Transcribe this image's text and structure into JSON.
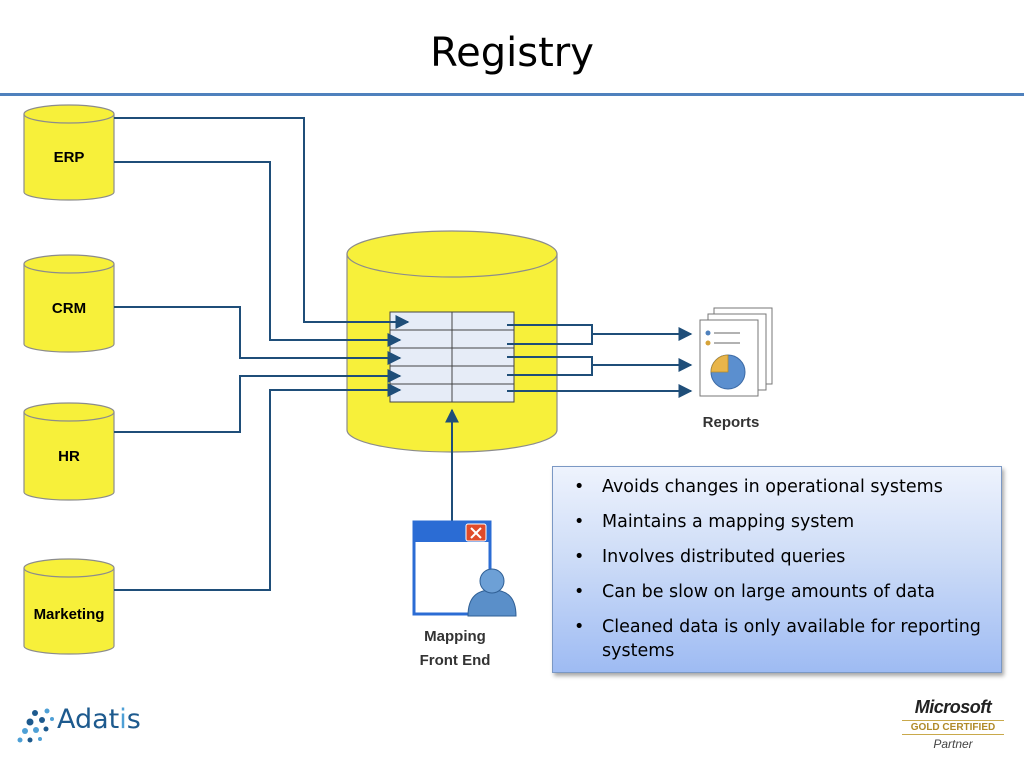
{
  "slide": {
    "title": "Registry"
  },
  "sources": [
    {
      "label": "ERP"
    },
    {
      "label": "CRM"
    },
    {
      "label": "HR"
    },
    {
      "label": "Marketing"
    }
  ],
  "outputs": {
    "reports_label": "Reports",
    "front_end_label_line1": "Mapping",
    "front_end_label_line2": "Front End"
  },
  "bullets": [
    "Avoids changes in operational systems",
    "Maintains a mapping system",
    "Involves distributed queries",
    "Can be slow on large amounts of data",
    "Cleaned data is only available for reporting systems"
  ],
  "branding": {
    "adatis_prefix": "Adat",
    "adatis_accent": "i",
    "adatis_suffix": "s",
    "ms_name": "Microsoft",
    "ms_certification": "GOLD CERTIFIED",
    "ms_partner": "Partner"
  },
  "colors": {
    "cylinder_fill": "#f7f03a",
    "cylinder_stroke": "#8c8c8c",
    "connector": "#1f4e79",
    "rule": "#4f81bd",
    "table_fill": "#e6ecf7"
  }
}
